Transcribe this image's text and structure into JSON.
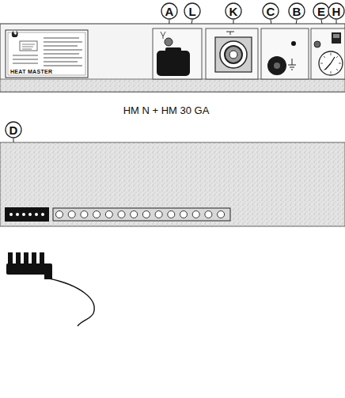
{
  "diagram": {
    "caption": "HM N + HM 30 GA",
    "labels": [
      "A",
      "L",
      "K",
      "C",
      "B",
      "E",
      "H",
      "D",
      "HEAT MASTER"
    ]
  }
}
